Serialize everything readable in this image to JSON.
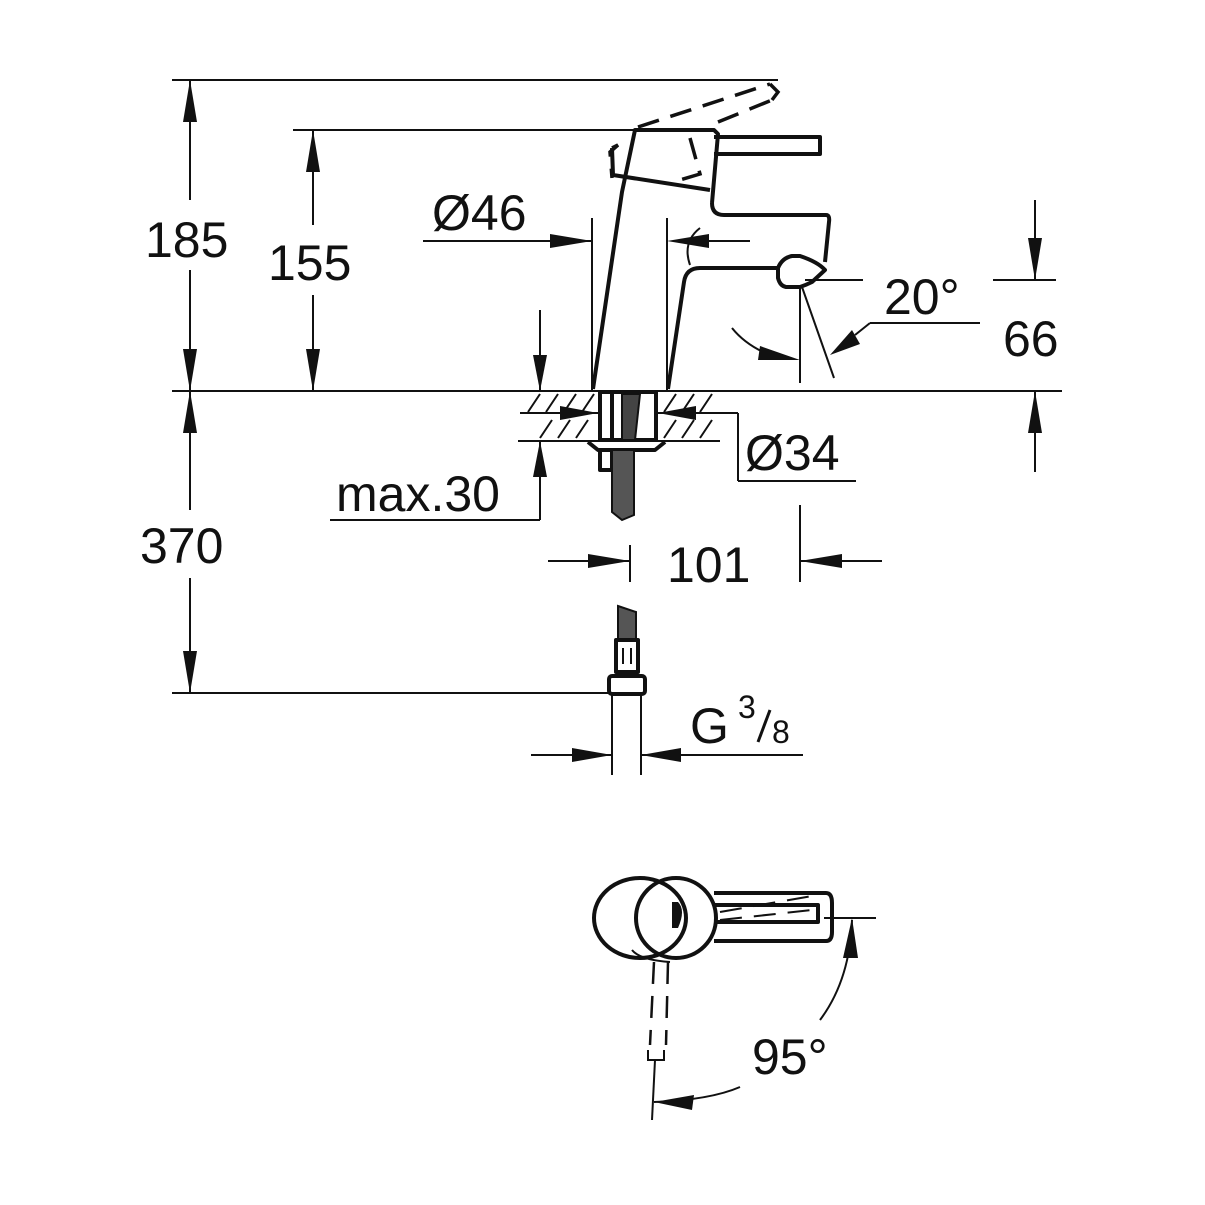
{
  "drawing": {
    "subject": "Single-lever basin mixer technical drawing",
    "colors": {
      "line": "#111111",
      "background": "#ffffff"
    },
    "side_view": {
      "dimensions": {
        "total_height_lever_open": "185",
        "body_height": "155",
        "body_diameter": "Ø46",
        "spout_height": "66",
        "spout_angle": "20°",
        "mounting_hole_diameter": "Ø34",
        "max_deck_thickness": "max.30",
        "below_deck_hose_length": "370",
        "spout_projection": "101",
        "connection_thread": "G",
        "connection_thread_fraction_num": "3",
        "connection_thread_fraction_den": "8"
      }
    },
    "top_view": {
      "dimensions": {
        "lever_rotation_angle": "95°"
      }
    }
  }
}
